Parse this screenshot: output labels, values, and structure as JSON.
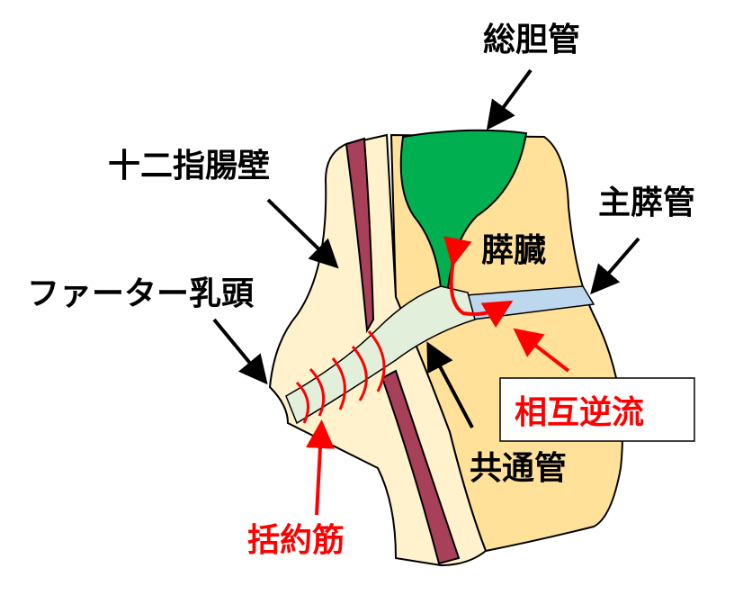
{
  "labels": {
    "common_bile_duct": "総胆管",
    "duodenal_wall": "十二指腸壁",
    "pancreas": "膵臓",
    "main_pancreatic_duct": "主膵管",
    "papilla_of_vater": "ファーター乳頭",
    "reflux": "相互逆流",
    "common_channel": "共通管",
    "sphincter": "括約筋"
  },
  "colors": {
    "pancreas": "#FFE199",
    "duodenum": "#FFF2CC",
    "muscle": "#A8405A",
    "bile_duct": "#00B050",
    "common_channel": "#E2EFDA",
    "pancreatic_duct": "#BDD7EE",
    "accent": "#FF0000"
  }
}
